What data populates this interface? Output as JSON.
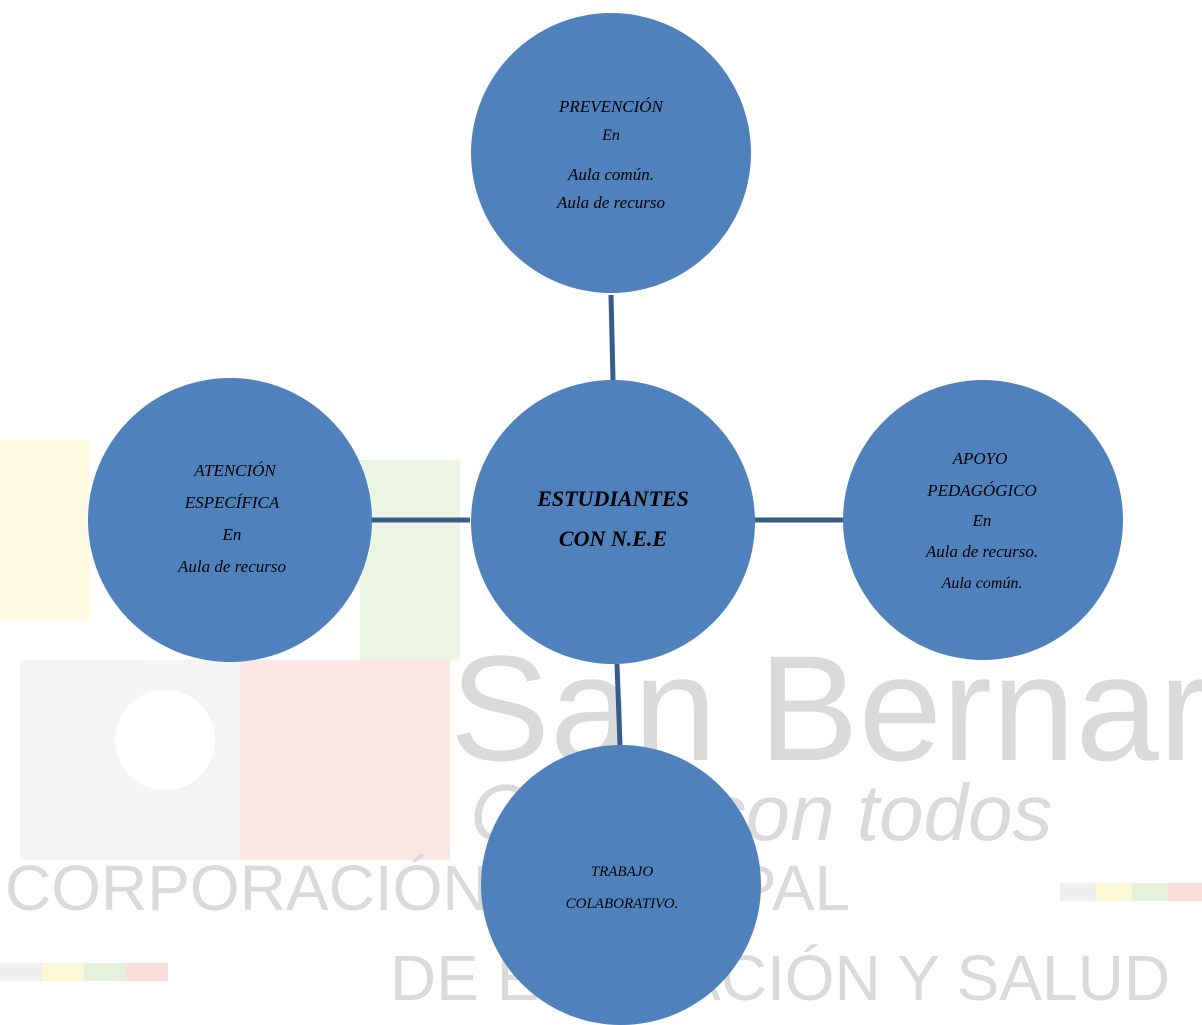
{
  "center": {
    "lines": [
      "ESTUDIANTES",
      "CON N.E.E"
    ],
    "color": "#4f81bd"
  },
  "nodes": {
    "top": {
      "lines": [
        "PREVENCIÓN",
        "En",
        "Aula común.",
        "Aula de recurso"
      ]
    },
    "left": {
      "lines": [
        "ATENCIÓN",
        "ESPECÍFICA",
        "En",
        "Aula de recurso"
      ]
    },
    "right": {
      "lines": [
        "APOYO",
        "PEDAGÓGICO",
        "En",
        "Aula de recurso.",
        "Aula común."
      ]
    },
    "bottom": {
      "lines": [
        "TRABAJO",
        "COLABORATIVO."
      ]
    }
  },
  "watermark": {
    "line1": "CORPORACIÓN MUNICIPAL",
    "line2": "DE EDUCACIÓN Y SALUD",
    "brand": "San Bernardo",
    "slogan": "Crece con todos",
    "color": "#c0c0c0"
  },
  "colors": {
    "node_fill": "#4f81bd",
    "connector": "#385d8a"
  }
}
